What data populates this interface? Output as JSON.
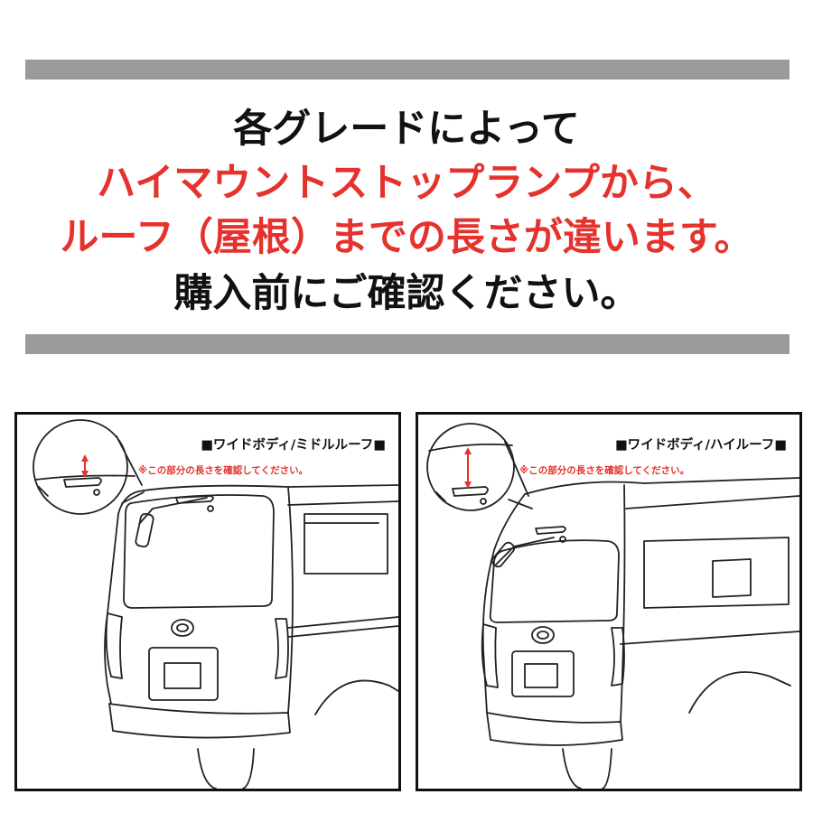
{
  "colors": {
    "text": "#111111",
    "accent": "#e5322d",
    "bar": "#9a9a9a"
  },
  "headline": {
    "line1": "各グレードによって",
    "line2": "ハイマウントストップランプから、",
    "line3": "ルーフ（屋根）までの長さが違います。",
    "line4": "購入前にご確認ください。"
  },
  "panels": [
    {
      "title": "■ワイドボディ/ミドルルーフ■",
      "note": "※この部分の長さを確認してください。",
      "illustration": "van-rear-mid-roof"
    },
    {
      "title": "■ワイドボディ/ハイルーフ■",
      "note": "※この部分の長さを確認してください。",
      "illustration": "van-rear-high-roof"
    }
  ]
}
